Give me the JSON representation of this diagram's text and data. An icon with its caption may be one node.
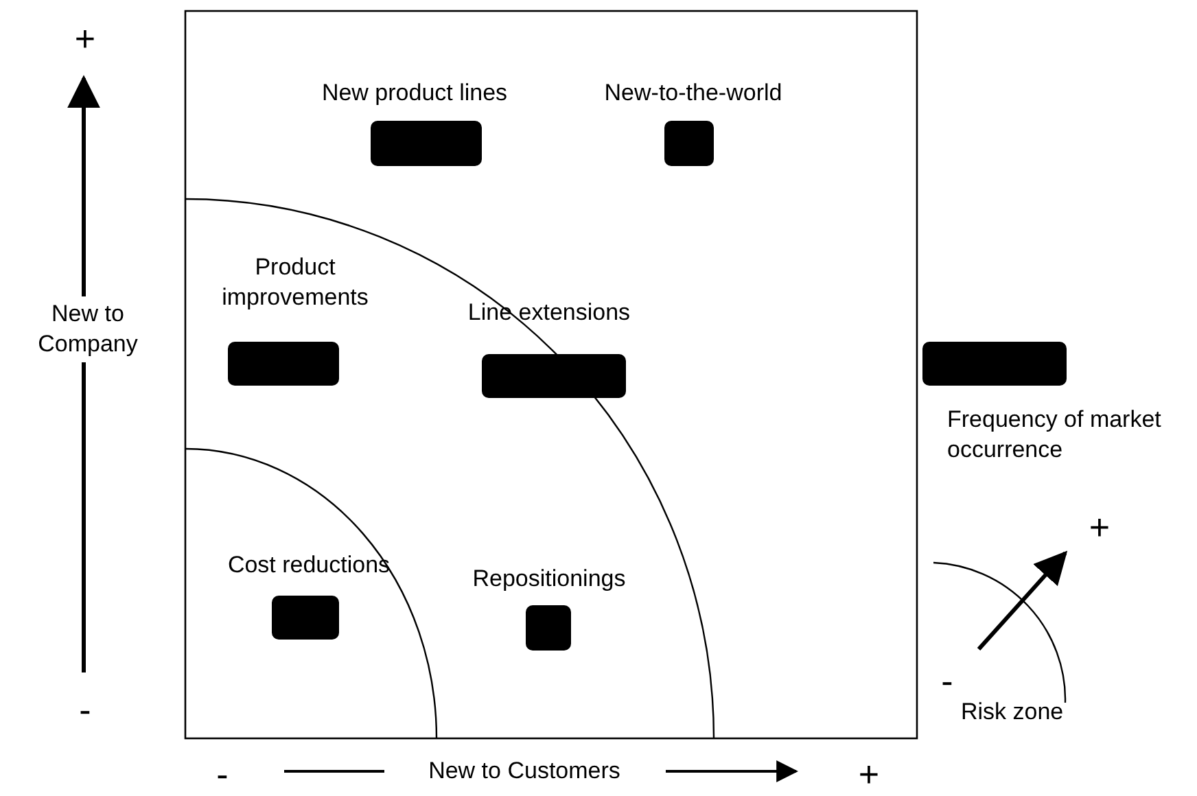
{
  "diagram": {
    "nodes": [
      {
        "text": [
          "New product lines"
        ]
      },
      {
        "text": [
          "New-to-the-world"
        ]
      },
      {
        "text": [
          "Product improvements"
        ]
      },
      {
        "text": [
          "Line extensions"
        ]
      },
      {
        "text": [
          "Cost reductions"
        ]
      },
      {
        "text": [
          "Repositionings"
        ]
      }
    ],
    "labels": [
      "+",
      "New to Company",
      "-",
      "-",
      "New to Customers",
      "+",
      "+",
      "-"
    ],
    "legend": [
      {
        "text": "Frequency of market occurrence",
        "color": "#000000"
      },
      {
        "text": "Risk zone"
      }
    ]
  }
}
